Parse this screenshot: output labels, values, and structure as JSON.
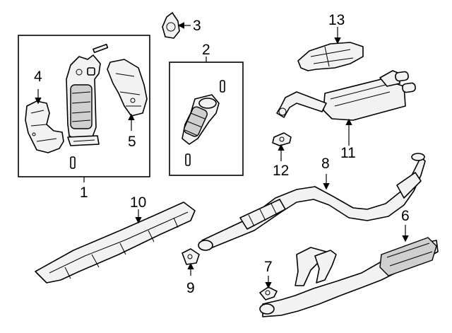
{
  "callouts": [
    {
      "id": "1",
      "text": "1"
    },
    {
      "id": "2",
      "text": "2"
    },
    {
      "id": "3",
      "text": "3"
    },
    {
      "id": "4",
      "text": "4"
    },
    {
      "id": "5",
      "text": "5"
    },
    {
      "id": "6",
      "text": "6"
    },
    {
      "id": "7",
      "text": "7"
    },
    {
      "id": "8",
      "text": "8"
    },
    {
      "id": "9",
      "text": "9"
    },
    {
      "id": "10",
      "text": "10"
    },
    {
      "id": "11",
      "text": "11"
    },
    {
      "id": "12",
      "text": "12"
    },
    {
      "id": "13",
      "text": "13"
    }
  ],
  "colors": {
    "line": "#000000",
    "fill": "#f2f2f2",
    "shade": "#cfcfcf",
    "background": "#ffffff"
  }
}
